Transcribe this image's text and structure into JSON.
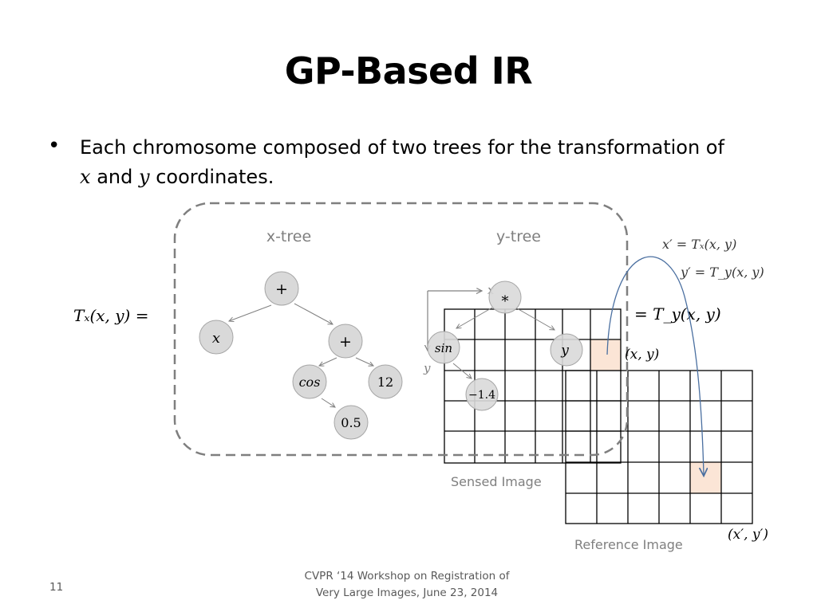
{
  "title": "GP-Based IR",
  "bullet": {
    "text_1": "Each chromosome composed of two trees for the transformation of",
    "x_var": "x",
    "text_2": "and",
    "y_var": "y",
    "text_3": "coordinates."
  },
  "diagram": {
    "x_tree_label": "x-tree",
    "y_tree_label": "y-tree",
    "left_formula": "Tₓ(x, y) =",
    "right_formula": "= T_y(x, y)",
    "x_tree_nodes": [
      "+",
      "x",
      "+",
      "cos",
      "12",
      "0.5"
    ],
    "y_tree_nodes": [
      "*",
      "sin",
      "y",
      "−1.4"
    ],
    "axis_x_label": "x",
    "axis_y_label": "y",
    "point_label": "(x, y)",
    "mapped_point_label": "(x′, y′)",
    "eq_x": "x′ = Tₓ(x, y)",
    "eq_y": "y′ = T_y(x, y)",
    "sensed_image_label": "Sensed Image",
    "reference_image_label": "Reference Image",
    "highlight_color": "#fbe5d6",
    "node_fill": "#d9d9d9",
    "arrow_color": "#4a6fa0"
  },
  "footer": {
    "line1": "CVPR ‘14  Workshop on Registration of",
    "line2": "Very Large Images, June 23, 2014"
  },
  "slide_number": "11"
}
